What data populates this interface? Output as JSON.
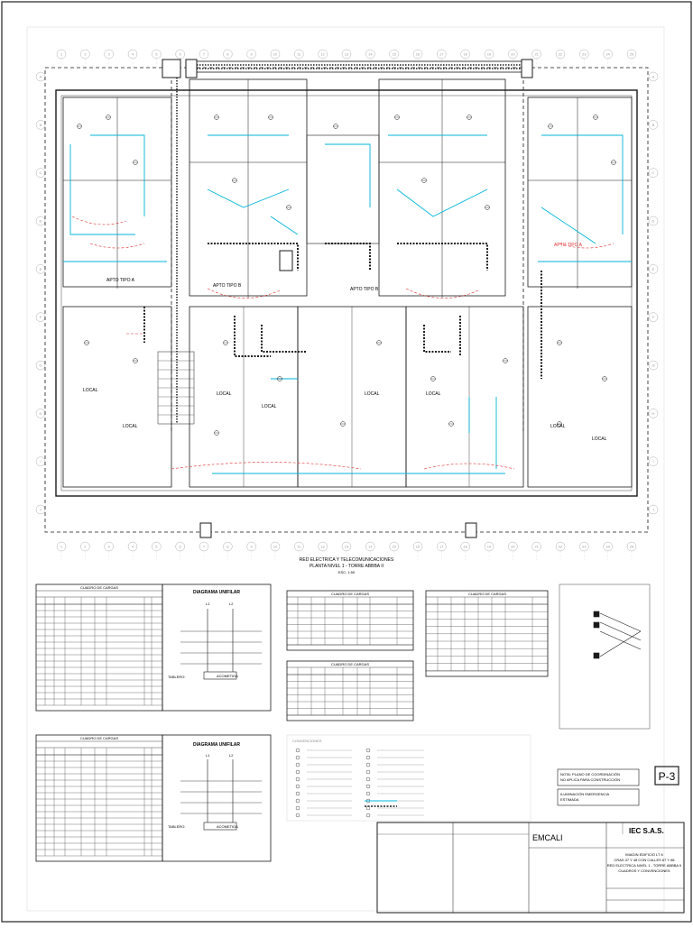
{
  "plan": {
    "title_lines": [
      "RED ELECTRICA Y TELECOMUNICACIONES",
      "PLANTA NIVEL 1 - TORRE ABBBA II",
      "ESC: 1:50"
    ],
    "apt_labels": [
      "APTO TIPO A",
      "APTO TIPO B",
      "APTO TIPO B",
      "APTO TIPO A"
    ],
    "local_labels": [
      "LOCAL",
      "LOCAL",
      "LOCAL",
      "LOCAL",
      "LOCAL",
      "LOCAL",
      "LOCAL",
      "LOCAL"
    ],
    "grid_top": [
      "1",
      "2",
      "3",
      "4",
      "5",
      "6",
      "7",
      "8",
      "9",
      "10",
      "11",
      "12",
      "13",
      "14",
      "15",
      "16",
      "17",
      "18",
      "19",
      "20",
      "21",
      "22",
      "23",
      "24",
      "25"
    ],
    "grid_side": [
      "A",
      "B",
      "C",
      "D",
      "E",
      "F",
      "G",
      "H",
      "I",
      "J"
    ]
  },
  "tables": {
    "cuadro_cargas_1": "CUADRO DE CARGAS",
    "cuadro_cargas_2": "CUADRO DE CARGAS",
    "cuadro_cargas_3": "CUADRO DE CARGAS",
    "cuadro_cargas_4": "CUADRO DE CARGAS",
    "cuadro_cargas_5": "CUADRO DE CARGAS",
    "diagrama_unifilar_1": "DIAGRAMA UNIFILAR",
    "diagrama_unifilar_2": "DIAGRAMA UNIFILAR",
    "tablero_1": "TABLERO:",
    "tablero_2": "TABLERO:",
    "acometida_1": "ACOMETIDA",
    "acometida_2": "ACOMETIDA",
    "convenciones": "CONVENCIONES",
    "local_l1": "L1",
    "local_l2": "L2"
  },
  "notes": {
    "nota_coordinacion": "NOTA: PLANO DE COORDINACIÓN NO APLICA PARA CONSTRUCCIÓN",
    "iluminacion": "ILUMINACIÓN EMERGENCIA ESTIMADA"
  },
  "title_block": {
    "sheet_code": "P-3",
    "client_logo": "EMCALI",
    "company_logo": "IEC S.A.S.",
    "project_lines": [
      "IMAGIN EDIFICIO LT 6",
      "CRAS 47 Y 48 CON CALLES 67 Y 68",
      "RED ELECTRICA NIVEL 1 - TORRE ABBBA II",
      "CUADROS Y CONVENCIONES"
    ]
  },
  "colors": {
    "line": "#1a1a1a",
    "cyan": "#00b4d8",
    "red": "#e03030",
    "grid": "#9a9a9a"
  }
}
